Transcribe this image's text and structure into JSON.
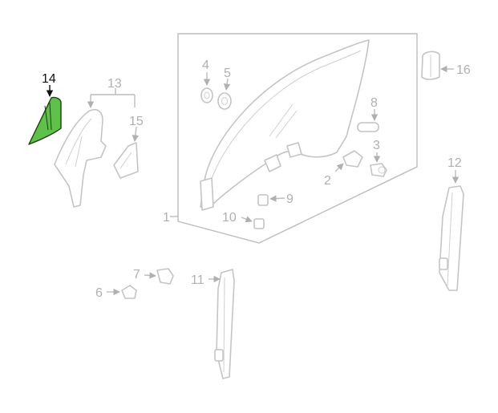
{
  "labels": {
    "p1": "1",
    "p2": "2",
    "p3": "3",
    "p4": "4",
    "p5": "5",
    "p6": "6",
    "p7": "7",
    "p8": "8",
    "p9": "9",
    "p10": "10",
    "p11": "11",
    "p12": "12",
    "p13": "13",
    "p14": "14",
    "p15": "15",
    "p16": "16"
  },
  "colors": {
    "highlight_fill": "#5fc14a",
    "highlight_stroke": "#1f3f14",
    "part_line": "#c4c4c4",
    "label_text": "#b0b0b0",
    "active_label_text": "#111111"
  },
  "highlighted_part": "14"
}
